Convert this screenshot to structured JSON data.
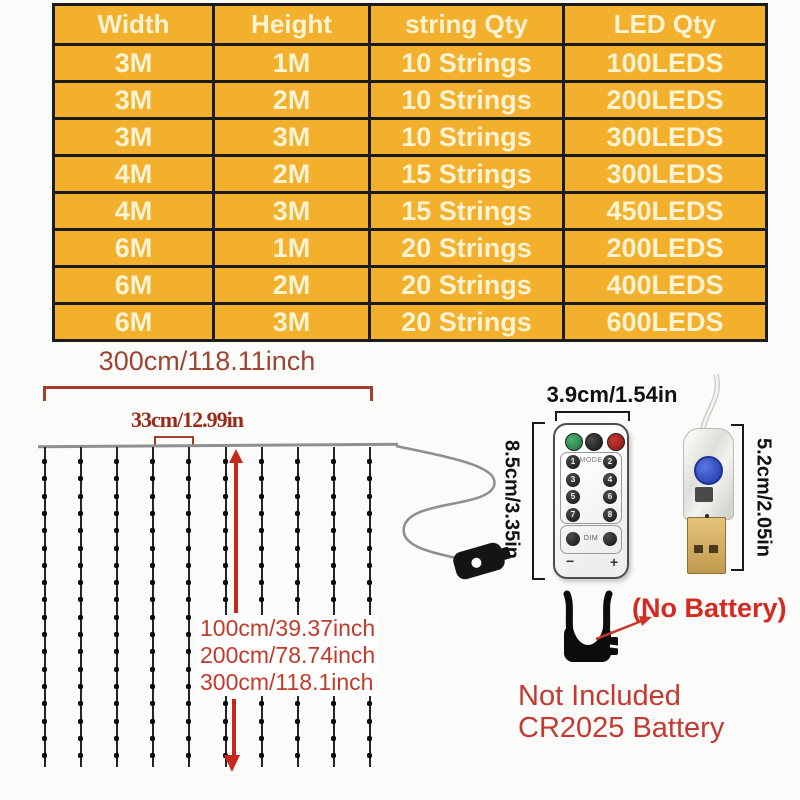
{
  "spec_table": {
    "headers": [
      "Width",
      "Height",
      "string Qty",
      "LED Qty"
    ],
    "rows": [
      [
        "3M",
        "1M",
        "10 Strings",
        "100LEDS"
      ],
      [
        "3M",
        "2M",
        "10 Strings",
        "200LEDS"
      ],
      [
        "3M",
        "3M",
        "10 Strings",
        "300LEDS"
      ],
      [
        "4M",
        "2M",
        "15 Strings",
        "300LEDS"
      ],
      [
        "4M",
        "3M",
        "15 Strings",
        "450LEDS"
      ],
      [
        "6M",
        "1M",
        "20 Strings",
        "200LEDS"
      ],
      [
        "6M",
        "2M",
        "20 Strings",
        "400LEDS"
      ],
      [
        "6M",
        "3M",
        "20 Strings",
        "600LEDS"
      ]
    ],
    "colors": {
      "background": "#f2b02c",
      "text": "#fdf3d2",
      "border": "#1c1c1c"
    }
  },
  "curtain": {
    "width_label": "300cm/118.11inch",
    "led_spacing_label": "33cm/12.99in",
    "height_labels": [
      "100cm/39.37inch",
      "200cm/78.74inch",
      "300cm/118.1inch"
    ],
    "string_count": 10,
    "leds_per_string": 18,
    "colors": {
      "label_red": "#a04434",
      "dark_red": "#992b1a",
      "bright_red": "#c23a2c",
      "arrow_red": "#c8281c",
      "bracket_red": "#a63c2c"
    }
  },
  "remote": {
    "width_label": "3.9cm/1.54in",
    "height_label": "8.5cm/3.35in",
    "mode_label": "MODE",
    "dim_label": "DIM",
    "minus_label": "−",
    "plus_label": "+",
    "number_buttons": [
      "1",
      "2",
      "3",
      "4",
      "5",
      "6",
      "7",
      "8"
    ],
    "top_buttons": [
      "green",
      "black",
      "red"
    ]
  },
  "usb": {
    "height_label": "5.2cm/2.05in"
  },
  "battery_note": {
    "no_battery_label": "(No Battery)",
    "line1": "Not Included",
    "line2": "CR2025 Battery",
    "color": "#d42a22",
    "color2": "#c43a33"
  }
}
